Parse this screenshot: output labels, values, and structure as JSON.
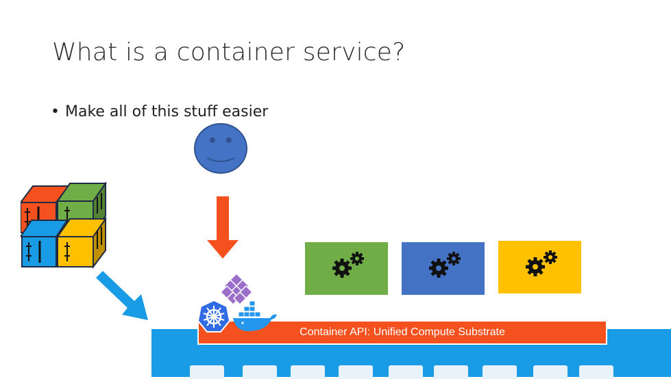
{
  "slide": {
    "title": "What is a container service?",
    "bullet": "Make all of this stuff easier",
    "bullet_marker": "•"
  },
  "api_bar": {
    "label": "Container API: Unified Compute Substrate"
  },
  "colors": {
    "orange": "#f4511e",
    "green": "#70ad47",
    "blue": "#4472c4",
    "yellow": "#ffc000",
    "substrate_blue": "#1a9be6",
    "face_blue": "#4472c4"
  },
  "icons": {
    "face": "smiley-face-icon",
    "down_arrow": "orange-down-arrow-icon",
    "diagonal_arrow": "blue-diagonal-arrow-icon",
    "containers": "shipping-containers-icon",
    "gears": "gears-icon",
    "kubernetes": "kubernetes-logo-icon",
    "docker": "docker-whale-icon",
    "mesos": "purple-lattice-icon",
    "node": "node-server-icon"
  }
}
